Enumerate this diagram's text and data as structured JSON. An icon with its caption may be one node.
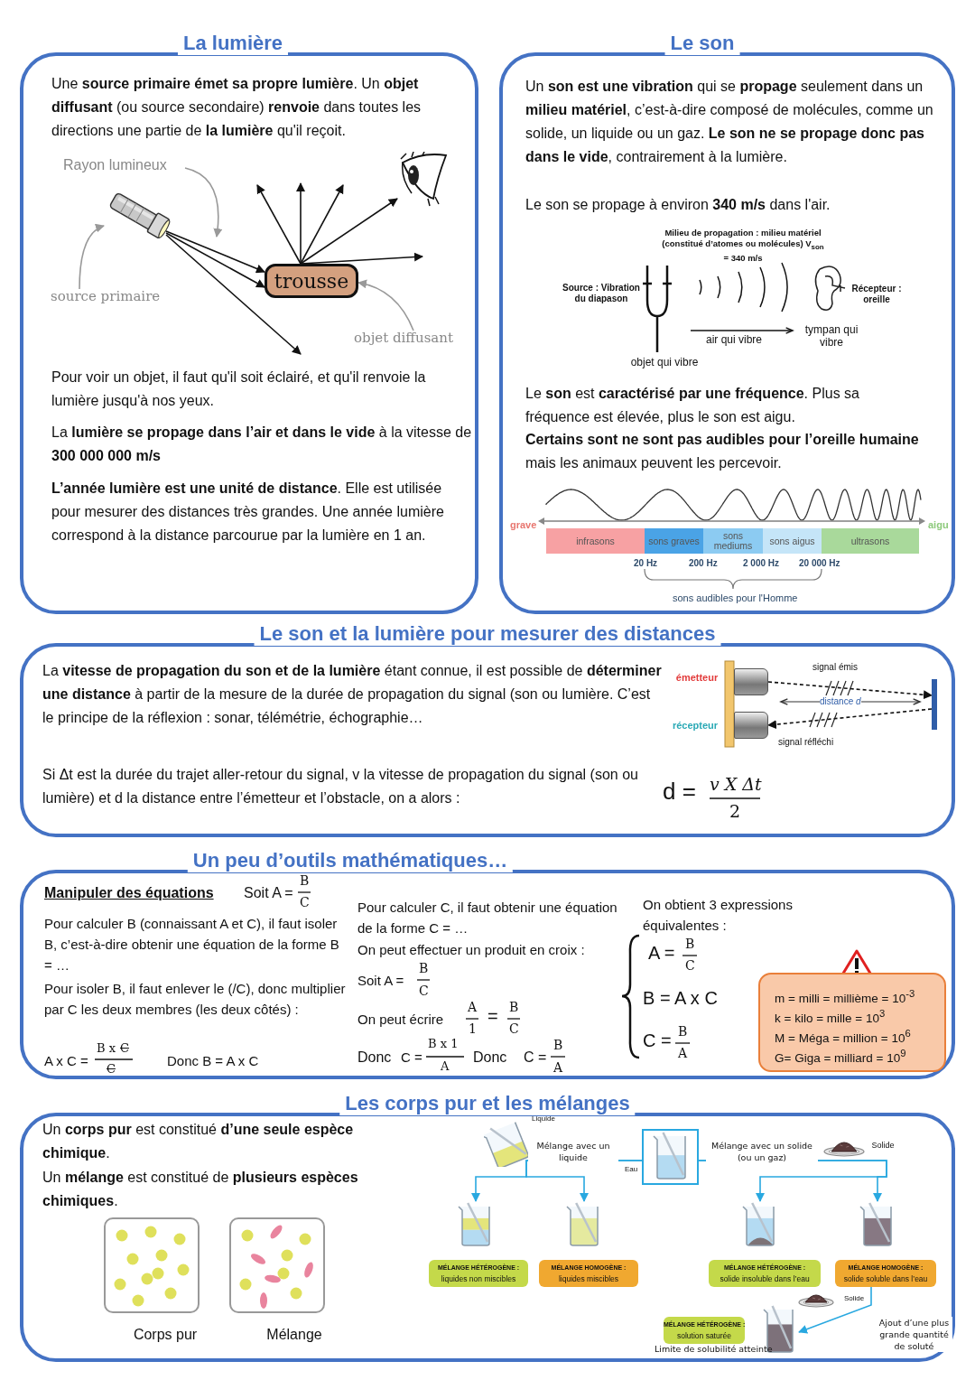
{
  "diagram": {
    "nodes": [
      {
        "text": [
          "La lumière",
          "Une **source primaire émet sa propre lumière**. Un **objet diffusant** (ou source secondaire) **renvoie** dans toutes les directions une partie de **la lumière** qu'il reçoit.",
          "Pour voir un objet, il faut qu'il soit éclairé, et qu'il renvoie la lumière jusqu'à nos yeux.",
          "La **lumière se propage dans l’air et dans le vide** à la vitesse de **300 000 000 m/s**",
          "**L’année lumière est une unité de distance**. Elle est utilisée pour mesurer des distances très grandes. Une année lumière correspond à la distance parcourue par la lumière en 1 an."
        ]
      },
      {
        "text": [
          "Rayon lumineux"
        ],
        "in": 0
      },
      {
        "text": [],
        "shape": "picture",
        "in": 0
      },
      {
        "text": [
          "source primaire"
        ],
        "in": 0
      },
      {
        "text": [
          "trousse"
        ],
        "in": 0
      },
      {
        "text": [
          "objet diffusant"
        ],
        "in": 0
      },
      {
        "text": [],
        "shape": "picture",
        "in": 0
      },
      {
        "text": [
          "Le son",
          "Un **son est une vibration** qui se **propage** seulement dans un **milieu matériel**, c’est-à-dire composé de molécules, comme un solide, un liquide ou un gaz. **Le son ne se propage donc pas dans le vide**, contrairement à la lumière.",
          "Le son se propage à environ **340 m/s** dans l'air.",
          "Le **son** est **caractérisé par une fréquence**. Plus sa fréquence est élevée, plus le son est aigu.",
          "**Certains sont ne sont pas audibles pour l’oreille humaine** mais les animaux peuvent les percevoir."
        ]
      },
      {
        "text": [],
        "shape": "picture",
        "in": 7,
        "beside": [
          "Source : Vibration du diapason",
          "objet qui vibre"
        ]
      },
      {
        "text": [],
        "shape": "picture",
        "in": 7,
        "beside": [
          "Récepteur : oreille",
          "tympan qui vibre"
        ]
      },
      {
        "text": [
          "infrasons"
        ],
        "in": 7
      },
      {
        "text": [
          "sons graves"
        ],
        "in": 7
      },
      {
        "text": [
          "sons mediums"
        ],
        "in": 7
      },
      {
        "text": [
          "sons aigus"
        ],
        "in": 7
      },
      {
        "text": [
          "ultrasons"
        ],
        "in": 7
      },
      {
        "text": [
          "Le son et la lumière pour mesurer des distances",
          "La **vitesse de propagation du son et de la lumière** étant connue, il est possible de **déterminer une distance** à partir de la mesure de la durée de propagation du signal (son ou lumière. C’est le principe de la réflexion : sonar, télémétrie, échographie…",
          "Si Δt est la durée du trajet aller-retour du signal, v la vitesse de propagation du signal (son ou lumière) et d la distance entre l’émetteur et l’obstacle, on a alors :"
        ]
      },
      {
        "text": [],
        "shape": "cylinder",
        "in": 15,
        "beside": [
          "émetteur"
        ]
      },
      {
        "text": [],
        "shape": "cylinder",
        "in": 15,
        "beside": [
          "récepteur"
        ]
      },
      {
        "text": [],
        "shape": "bar",
        "in": 15
      },
      {
        "text": [
          "Un peu d’outils mathématiques…"
        ]
      },
      {
        "text": [
          "m = milli = millième = 10$^{-3}$",
          "k = kilo = mille = 10$^{3}$",
          "M = Méga = million = 10$^{6}$",
          "G= Giga = milliard = 10$^{9}$"
        ],
        "in": 19
      },
      {
        "text": [
          "Les corps pur et les mélanges",
          "Un **corps pur** est constitué **d’une seule espèce chimique**.",
          "Un **mélange** est constitué de **plusieurs espèces chimiques**."
        ]
      },
      {
        "text": [],
        "shape": "box",
        "in": 21,
        "beside": [
          "Corps pur"
        ]
      },
      {
        "text": [],
        "shape": "box",
        "in": 21,
        "beside": [
          "Mélange"
        ]
      },
      {
        "text": [],
        "shape": "picture",
        "in": 21,
        "beside": [
          "Liquide"
        ]
      },
      {
        "text": [],
        "shape": "picture",
        "in": 21,
        "beside": [
          "Eau"
        ]
      },
      {
        "text": [],
        "shape": "picture",
        "in": 21,
        "beside": [
          "Solide"
        ]
      },
      {
        "text": [],
        "shape": "picture",
        "in": 21
      },
      {
        "text": [],
        "shape": "picture",
        "in": 21
      },
      {
        "text": [],
        "shape": "picture",
        "in": 21
      },
      {
        "text": [],
        "shape": "picture",
        "in": 21
      },
      {
        "text": [
          "MÉLANGE HÉTÉROGÈNE :",
          "liquides non miscibles"
        ],
        "in": 21
      },
      {
        "text": [
          "MÉLANGE HOMOGÈNE :",
          "liquides miscibles"
        ],
        "in": 21
      },
      {
        "text": [
          "MÉLANGE HÉTÉROGÈNE :",
          "solide insoluble dans l’eau"
        ],
        "in": 21
      },
      {
        "text": [
          "MÉLANGE HOMOGÈNE :",
          "solide soluble dans l’eau"
        ],
        "in": 21
      },
      {
        "text": [],
        "shape": "picture",
        "in": 21
      },
      {
        "text": [],
        "shape": "picture",
        "in": 21,
        "beside": [
          "Solide"
        ]
      },
      {
        "text": [
          "MÉLANGE HÉTÉROGÈNE :",
          "solution saturée"
        ],
        "in": 21
      }
    ],
    "edges": [
      {
        "from": 2,
        "to": 4,
        "arrow": "to"
      },
      {
        "from": 2,
        "to": 4,
        "arrow": "to"
      },
      {
        "from": 2,
        "to": null,
        "arrow": "to"
      },
      {
        "from": 4,
        "to": null,
        "arrow": "to"
      },
      {
        "from": 4,
        "to": null,
        "arrow": "to"
      },
      {
        "from": 4,
        "to": null,
        "arrow": "to"
      },
      {
        "from": 4,
        "to": null,
        "arrow": "to"
      },
      {
        "from": 4,
        "to": 6,
        "arrow": "to"
      },
      {
        "from": 1,
        "to": null,
        "arrow": "to",
        "color": "#999999"
      },
      {
        "from": 3,
        "to": 2,
        "arrow": "to",
        "color": "#999999"
      },
      {
        "from": 5,
        "to": 4,
        "arrow": "to",
        "color": "#999999"
      },
      {
        "from": 16,
        "to": 18,
        "arrow": "to",
        "style": "dashed"
      },
      {
        "from": 18,
        "to": 17,
        "arrow": "to",
        "style": "dashed"
      },
      {
        "from": 25,
        "to": 27,
        "arrow": "to",
        "label": "Mélange avec un liquide",
        "color": "#29a8e0"
      },
      {
        "from": 25,
        "to": 28,
        "arrow": "to",
        "color": "#29a8e0"
      },
      {
        "from": 25,
        "to": 29,
        "arrow": "to",
        "label": "Mélange avec un solide (ou un gaz)",
        "color": "#29a8e0"
      },
      {
        "from": 25,
        "to": 30,
        "arrow": "to",
        "color": "#29a8e0"
      },
      {
        "from": 34,
        "to": 35,
        "arrow": "to",
        "label": "Ajout d’une plus grande quantité de soluté",
        "color": "#29a8e0"
      }
    ],
    "labels": [
      "Milieu de propagation : milieu matériel (constitué d’atomes ou molécules) V$_{son}$ = 340 m/s",
      "air qui vibre",
      "grave",
      "aigu",
      "20 Hz",
      "200 Hz",
      "2 000 Hz",
      "20 000 Hz",
      "sons audibles pour l'Homme",
      "signal émis",
      "distance *d*",
      "signal réfléchi",
      "d =",
      "v X Δt",
      "2",
      "Manipuler des équations",
      "Soit A =",
      "B",
      "C",
      "Pour calculer B (connaissant A et C), il faut isoler B, c’est-à-dire obtenir une équation de la forme B = …",
      "Pour isoler B, il faut enlever le (/C), donc multiplier par C les deux membres (les deux côtés) :",
      "A x C =",
      "B x",
      "C",
      "C",
      "Donc B = A x C",
      "Pour calculer C, il faut obtenir une équation de la forme C = …",
      "On peut effectuer un produit en croix :",
      "Soit A =",
      "B",
      "C",
      "On peut écrire",
      "A",
      "1",
      "=",
      "B",
      "C",
      "Donc",
      "C =",
      "B x 1",
      "A",
      "Donc",
      "C =",
      "B",
      "A",
      "On obtient 3 expressions équivalentes :",
      "A =",
      "B",
      "C",
      "B = A x C",
      "C =",
      "B",
      "A",
      "Limite de solubilité atteinte"
    ]
  }
}
